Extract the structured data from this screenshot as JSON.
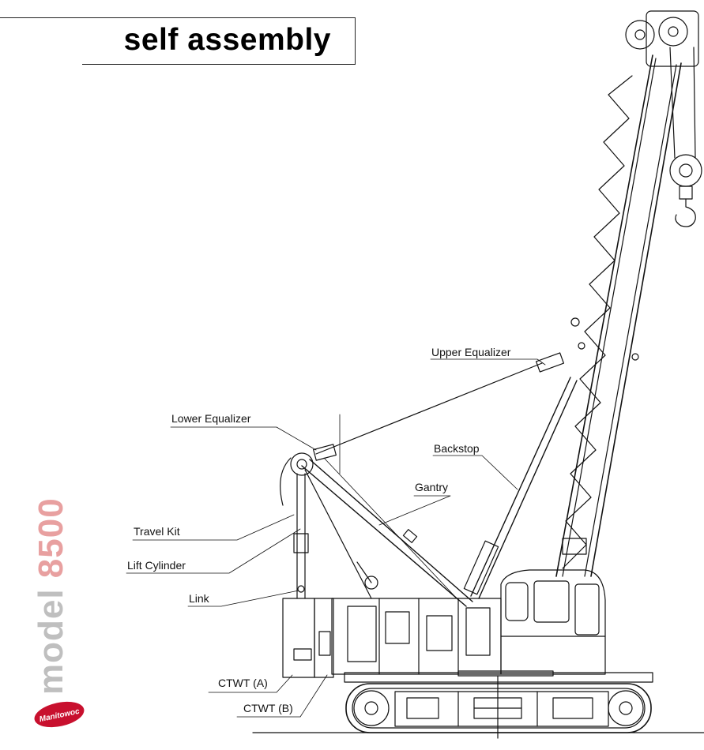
{
  "header": {
    "title": "self assembly"
  },
  "labels": {
    "upper_equalizer": "Upper Equalizer",
    "lower_equalizer": "Lower Equalizer",
    "backstop": "Backstop",
    "gantry": "Gantry",
    "travel_kit": "Travel Kit",
    "lift_cylinder": "Lift Cylinder",
    "link": "Link",
    "ctwt_a": "CTWT (A)",
    "ctwt_b": "CTWT (B)"
  },
  "model": {
    "word": "model",
    "number": "8500"
  },
  "logo": {
    "text": "Manitowoc",
    "color": "#c8102e"
  },
  "colors": {
    "line": "#111111",
    "model_grey": "#bfbfbf",
    "model_pink": "#e8a0a0"
  }
}
